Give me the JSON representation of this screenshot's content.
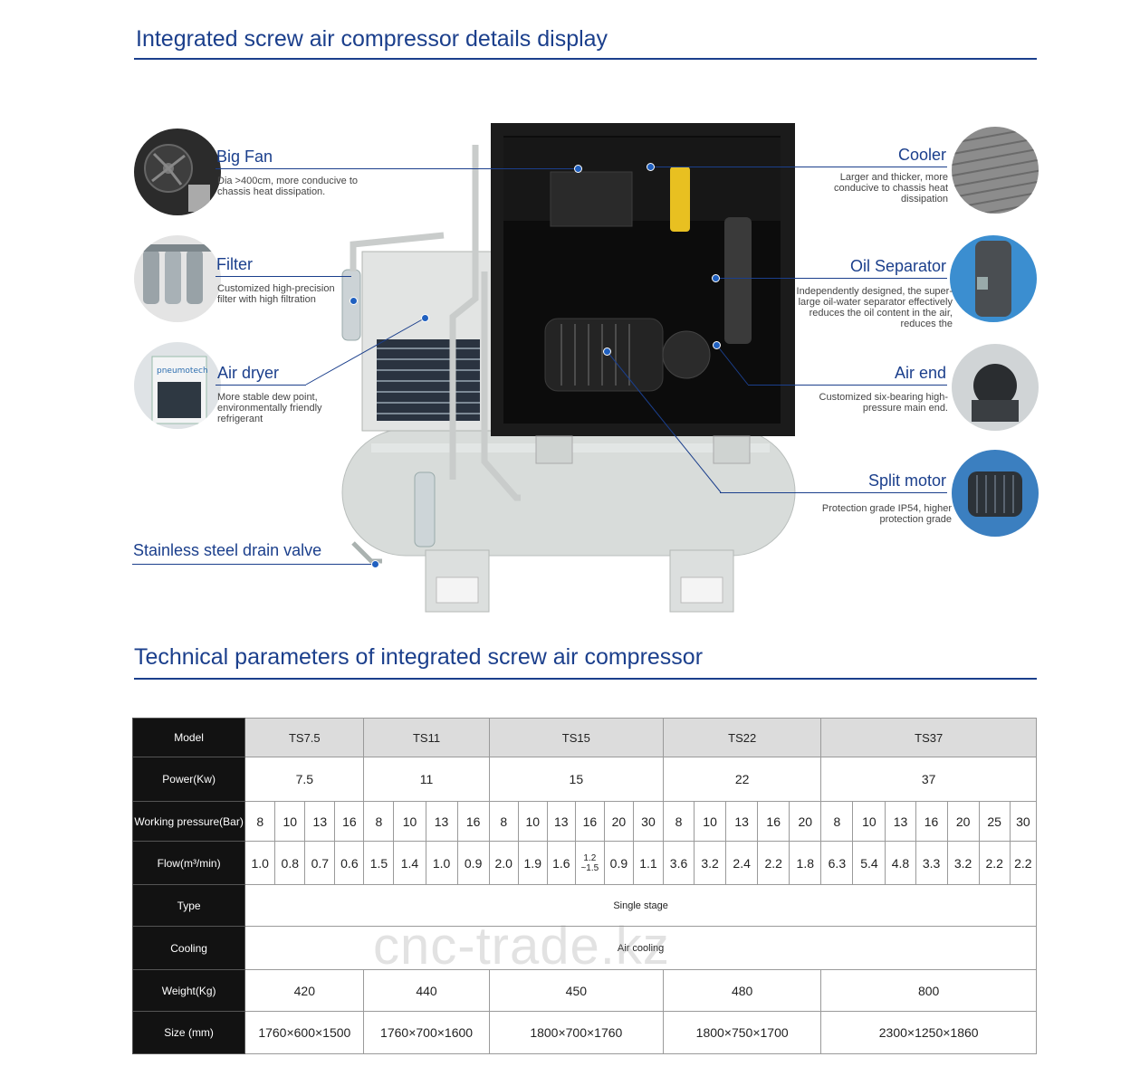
{
  "section1": {
    "title": "Integrated screw air compressor details display"
  },
  "section2": {
    "title": "Technical parameters of integrated screw air compressor"
  },
  "features_left": [
    {
      "label": "Big Fan",
      "desc": "Dia >400cm, more conducive to chassis heat dissipation."
    },
    {
      "label": "Filter",
      "desc": "Customized high-precision filter with high filtration"
    },
    {
      "label": "Air dryer",
      "desc": "More stable dew point, environmentally friendly refrigerant"
    }
  ],
  "features_right": [
    {
      "label": "Cooler",
      "desc": "Larger and thicker, more conducive to chassis heat dissipation"
    },
    {
      "label": "Oil Separator",
      "desc": "Independently designed, the super-large oil-water separator effectively reduces the oil content in the air, reduces the"
    },
    {
      "label": "Air end",
      "desc": "Customized six-bearing high-pressure main end."
    },
    {
      "label": "Split motor",
      "desc": "Protection grade IP54, higher protection grade"
    }
  ],
  "drain_valve": {
    "label": "Stainless steel drain valve"
  },
  "dryer_brand": "pneumotech",
  "table": {
    "row_labels": {
      "model": "Model",
      "power": "Power(Kw)",
      "pressure": "Working pressure(Bar)",
      "flow": "Flow(m³/min)",
      "type": "Type",
      "cooling": "Cooling",
      "weight": "Weight(Kg)",
      "size": "Size (mm)"
    },
    "models": [
      {
        "name": "TS7.5",
        "power": "7.5",
        "weight": "420",
        "size": "1760×600×1500",
        "pressure": [
          "8",
          "10",
          "13",
          "16"
        ],
        "flow": [
          "1.0",
          "0.8",
          "0.7",
          "0.6"
        ]
      },
      {
        "name": "TS11",
        "power": "11",
        "weight": "440",
        "size": "1760×700×1600",
        "pressure": [
          "8",
          "10",
          "13",
          "16"
        ],
        "flow": [
          "1.5",
          "1.4",
          "1.0",
          "0.9"
        ]
      },
      {
        "name": "TS15",
        "power": "15",
        "weight": "450",
        "size": "1800×700×1760",
        "pressure": [
          "8",
          "10",
          "13",
          "16",
          "20",
          "30"
        ],
        "flow": [
          "2.0",
          "1.9",
          "1.6",
          "1.2 ~1.5",
          "0.9",
          "1.1"
        ]
      },
      {
        "name": "TS22",
        "power": "22",
        "weight": "480",
        "size": "1800×750×1700",
        "pressure": [
          "8",
          "10",
          "13",
          "16",
          "20"
        ],
        "flow": [
          "3.6",
          "3.2",
          "2.4",
          "2.2",
          "1.8"
        ]
      },
      {
        "name": "TS37",
        "power": "37",
        "weight": "800",
        "size": "2300×1250×1860",
        "pressure": [
          "8",
          "10",
          "13",
          "16",
          "20",
          "25",
          "30"
        ],
        "flow": [
          "6.3",
          "5.4",
          "4.8",
          "3.3",
          "3.2",
          "2.2",
          "2.2"
        ]
      }
    ],
    "type_value": "Single stage",
    "cooling_value": "Air cooling"
  },
  "watermark": "cnc-trade.kz",
  "colors": {
    "accent": "#1b3f8c",
    "header_bg": "#121212",
    "model_bg": "#dcdcdc"
  }
}
